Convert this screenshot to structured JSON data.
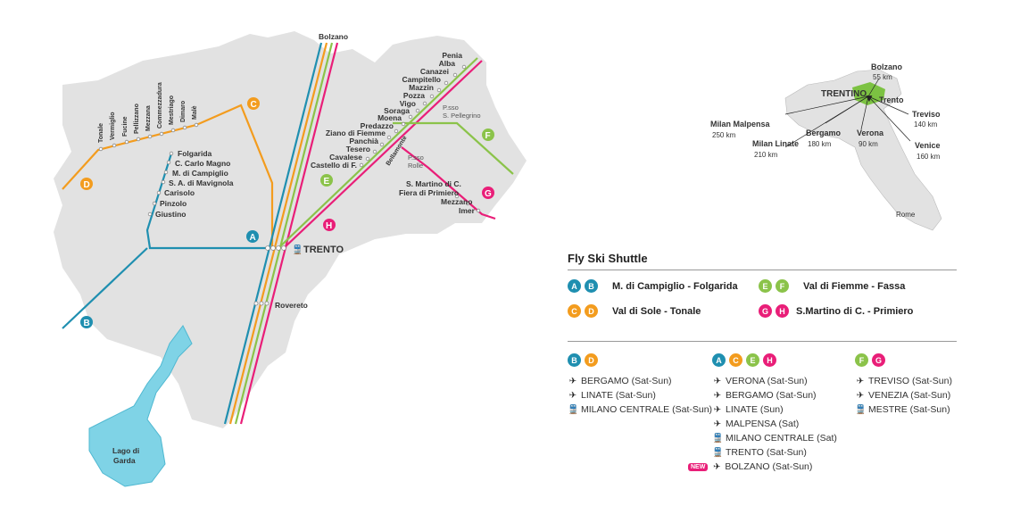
{
  "colors": {
    "A": "#1f8fb0",
    "B": "#1f8fb0",
    "C": "#f39c1e",
    "D": "#f39c1e",
    "E": "#8bc34a",
    "F": "#8bc34a",
    "G": "#e91e78",
    "H": "#e91e78",
    "land": "#e2e2e2",
    "lake": "#7fd3e6",
    "highlight": "#7cc242"
  },
  "map": {
    "bolzano": "Bolzano",
    "trento": "TRENTO",
    "rovereto": "Rovereto",
    "lake": [
      "Lago di",
      "Garda"
    ],
    "tonale_stops": [
      "Tonale",
      "Vermiglio",
      "Fucine",
      "Pellizzano",
      "Mezzana",
      "Commezzadura",
      "Mestriago",
      "Dimaro",
      "Malè"
    ],
    "campiglio_stops": [
      "Folgarida",
      "C. Carlo Magno",
      "M. di Campiglio",
      "S. A. di Mavignola",
      "Carisolo",
      "Pinzolo",
      "Giustino"
    ],
    "fiemme_stops": [
      "Penia",
      "Alba",
      "Canazei",
      "Campitello",
      "Mazzin",
      "Pozza",
      "Vigo",
      "Soraga",
      "Moena",
      "Predazzo",
      "Ziano di Fiemme",
      "Panchià",
      "Tesero",
      "Cavalese",
      "Castello di F."
    ],
    "pass_pellegrino": [
      "P.sso",
      "S. Pellegrino"
    ],
    "pass_rolle": [
      "P.sso",
      "Rolle"
    ],
    "bellamonte": "Bellamonte",
    "primiero_stops": [
      "S. Martino di C.",
      "Fiera di Primiero",
      "Mezzano",
      "Imer"
    ]
  },
  "italy": {
    "trentino": "TRENTINO",
    "trento": "Trento",
    "cities": [
      {
        "name": "Bolzano",
        "km": "55 km"
      },
      {
        "name": "Milan Malpensa",
        "km": "250 km"
      },
      {
        "name": "Milan Linate",
        "km": "210 km"
      },
      {
        "name": "Bergamo",
        "km": "180 km"
      },
      {
        "name": "Verona",
        "km": "90 km"
      },
      {
        "name": "Treviso",
        "km": "140 km"
      },
      {
        "name": "Venice",
        "km": "160 km"
      }
    ],
    "rome": "Rome"
  },
  "legend": {
    "title": "Fly Ski Shuttle",
    "routes": [
      {
        "badges": [
          "A",
          "B"
        ],
        "label": "M. di Campiglio - Folgarida"
      },
      {
        "badges": [
          "C",
          "D"
        ],
        "label": "Val di Sole - Tonale"
      },
      {
        "badges": [
          "E",
          "F"
        ],
        "label": "Val di Fiemme - Fassa"
      },
      {
        "badges": [
          "G",
          "H"
        ],
        "label": "S.Martino di C. - Primiero"
      }
    ],
    "columns": [
      {
        "badges": [
          "B",
          "D"
        ],
        "items": [
          {
            "icon": "plane",
            "text": "BERGAMO (Sat-Sun)"
          },
          {
            "icon": "plane",
            "text": "LINATE (Sat-Sun)"
          },
          {
            "icon": "train",
            "text": "MILANO CENTRALE (Sat-Sun)"
          }
        ]
      },
      {
        "badges": [
          "A",
          "C",
          "E",
          "H"
        ],
        "items": [
          {
            "icon": "plane",
            "text": "VERONA (Sat-Sun)"
          },
          {
            "icon": "plane",
            "text": "BERGAMO (Sat-Sun)"
          },
          {
            "icon": "plane",
            "text": "LINATE (Sun)"
          },
          {
            "icon": "plane",
            "text": "MALPENSA (Sat)"
          },
          {
            "icon": "train",
            "text": "MILANO CENTRALE (Sat)"
          },
          {
            "icon": "train",
            "text": "TRENTO (Sat-Sun)"
          },
          {
            "icon": "plane",
            "text": "BOLZANO (Sat-Sun)",
            "new": "NEW"
          }
        ]
      },
      {
        "badges": [
          "F",
          "G"
        ],
        "items": [
          {
            "icon": "plane",
            "text": "TREVISO (Sat-Sun)"
          },
          {
            "icon": "plane",
            "text": "VENEZIA (Sat-Sun)"
          },
          {
            "icon": "train",
            "text": "MESTRE (Sat-Sun)"
          }
        ]
      }
    ]
  }
}
